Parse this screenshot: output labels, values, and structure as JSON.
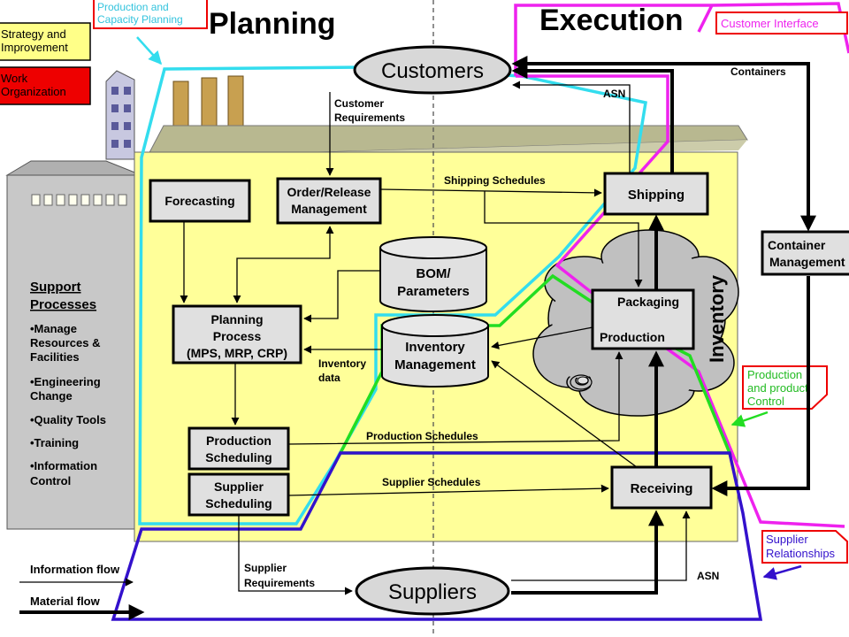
{
  "headings": {
    "planning": "Planning",
    "execution": "Execution"
  },
  "callouts": {
    "production_capacity_planning": [
      "Production and",
      "Capacity Planning"
    ],
    "strategy_improvement": [
      "Strategy and",
      "Improvement"
    ],
    "work_organization": [
      "Work",
      "Organization"
    ],
    "customer_interface": "Customer Interface",
    "production_product_control": [
      "Production",
      "and product",
      "Control"
    ],
    "supplier_relationships": [
      "Supplier",
      "Relationships"
    ]
  },
  "nodes": {
    "customers": "Customers",
    "suppliers": "Suppliers",
    "forecasting": "Forecasting",
    "order_release": [
      "Order/Release",
      "Management"
    ],
    "shipping": "Shipping",
    "bom": [
      "BOM/",
      "Parameters"
    ],
    "inventory_management": [
      "Inventory",
      "Management"
    ],
    "planning_process": [
      "Planning",
      "Process",
      "(MPS, MRP, CRP)"
    ],
    "packaging": "Packaging",
    "production": "Production",
    "inventory": "Inventory",
    "production_scheduling": [
      "Production",
      "Scheduling"
    ],
    "supplier_scheduling": [
      "Supplier",
      "Scheduling"
    ],
    "receiving": "Receiving",
    "container_management": [
      "Container",
      "Management"
    ]
  },
  "flow_labels": {
    "customer_requirements": [
      "Customer",
      "Requirements"
    ],
    "asn_top": "ASN",
    "containers": "Containers",
    "shipping_schedules": "Shipping Schedules",
    "inventory_data": [
      "Inventory",
      "data"
    ],
    "production_schedules": "Production Schedules",
    "supplier_schedules": "Supplier Schedules",
    "supplier_requirements": [
      "Supplier",
      "Requirements"
    ],
    "asn_bottom": "ASN"
  },
  "support": {
    "title": [
      "Support",
      "Processes"
    ],
    "items": [
      [
        "•Manage",
        "Resources &",
        "Facilities"
      ],
      [
        "•Engineering",
        "Change"
      ],
      [
        "•Quality Tools"
      ],
      [
        "•Training"
      ],
      [
        "•Information",
        "Control"
      ]
    ]
  },
  "legend": {
    "information_flow": "Information flow",
    "material_flow": "Material flow"
  },
  "colors": {
    "cyan": "#33ddee",
    "magenta": "#ee22ee",
    "green": "#22dd22",
    "blue": "#3311cc",
    "red": "#ee0000",
    "factory_yellow": "#ffff99",
    "cloud_gray": "#c0c0c0",
    "box_gray": "#e0e0e0"
  }
}
